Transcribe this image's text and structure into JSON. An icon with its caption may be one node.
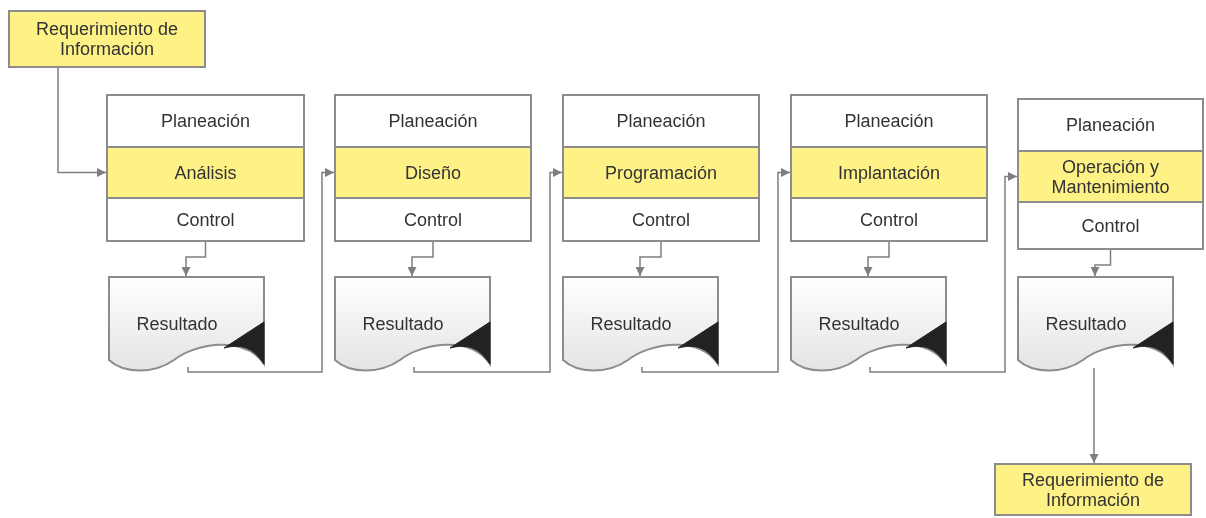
{
  "diagram": {
    "nodes": [
      {
        "text": [
          "Requerimiento de Información"
        ]
      },
      {
        "text": [
          "Planeación"
        ]
      },
      {
        "text": [
          "Análisis"
        ]
      },
      {
        "text": [
          "Control"
        ]
      },
      {
        "text": [
          "Resultado"
        ]
      },
      {
        "text": [
          "Planeación"
        ]
      },
      {
        "text": [
          "Diseño"
        ]
      },
      {
        "text": [
          "Control"
        ]
      },
      {
        "text": [
          "Resultado"
        ]
      },
      {
        "text": [
          "Planeación"
        ]
      },
      {
        "text": [
          "Programación"
        ]
      },
      {
        "text": [
          "Control"
        ]
      },
      {
        "text": [
          "Resultado"
        ]
      },
      {
        "text": [
          "Planeación"
        ]
      },
      {
        "text": [
          "Implantación"
        ]
      },
      {
        "text": [
          "Control"
        ]
      },
      {
        "text": [
          "Resultado"
        ]
      },
      {
        "text": [
          "Planeación"
        ]
      },
      {
        "text": [
          "Operación y Mantenimiento"
        ]
      },
      {
        "text": [
          "Control"
        ]
      },
      {
        "text": [
          "Resultado"
        ]
      },
      {
        "text": [
          "Requerimiento de Información"
        ]
      }
    ],
    "edges": [
      {
        "from": 0,
        "to": 2,
        "arrow": "to"
      },
      {
        "from": 3,
        "to": 4,
        "arrow": "to"
      },
      {
        "from": 4,
        "to": 6,
        "arrow": "to"
      },
      {
        "from": 7,
        "to": 8,
        "arrow": "to"
      },
      {
        "from": 8,
        "to": 10,
        "arrow": "to"
      },
      {
        "from": 11,
        "to": 12,
        "arrow": "to"
      },
      {
        "from": 12,
        "to": 14,
        "arrow": "to"
      },
      {
        "from": 15,
        "to": 16,
        "arrow": "to"
      },
      {
        "from": 16,
        "to": 18,
        "arrow": "to"
      },
      {
        "from": 19,
        "to": 20,
        "arrow": "to"
      },
      {
        "from": 20,
        "to": 21,
        "arrow": "to"
      }
    ]
  }
}
